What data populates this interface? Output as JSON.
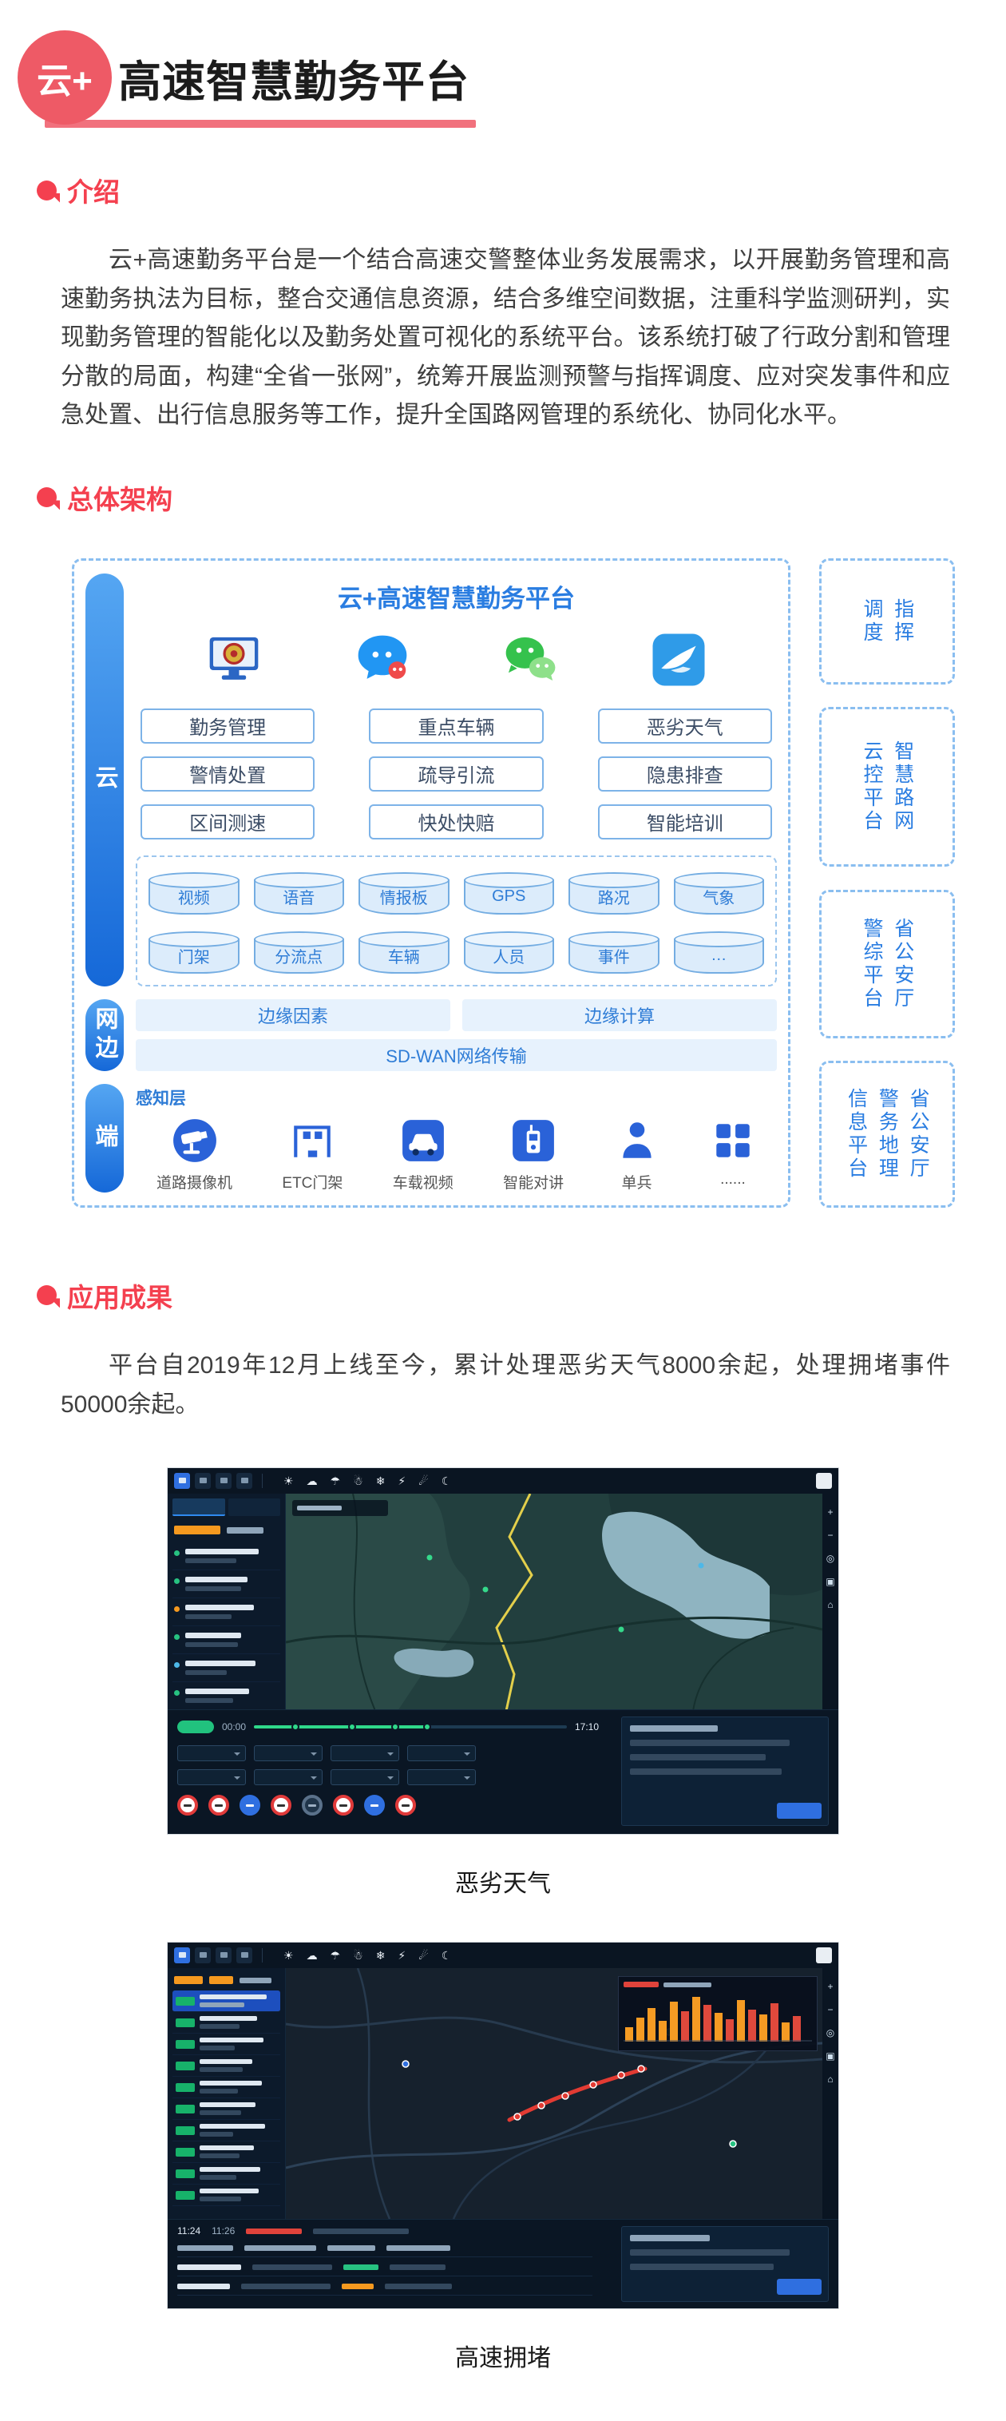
{
  "header": {
    "logo": "云+",
    "title": "高速智慧勤务平台"
  },
  "sections": {
    "intro": {
      "heading": "介绍",
      "body": "云+高速勤务平台是一个结合高速交警整体业务发展需求，以开展勤务管理和高速勤务执法为目标，整合交通信息资源，结合多维空间数据，注重科学监测研判，实现勤务管理的智能化以及勤务处置可视化的系统平台。该系统打破了行政分割和管理分散的局面，构建“全省一张网”，统筹开展监测预警与指挥调度、应对突发事件和应急处置、出行信息服务等工作，提升全国路网管理的系统化、协同化水平。"
    },
    "architecture": {
      "heading": "总体架构"
    },
    "results": {
      "heading": "应用成果",
      "body": "平台自2019年12月上线至今，累计处理恶劣天气8000余起，处理拥堵事件50000余起。"
    }
  },
  "diagram": {
    "title": "云+高速智慧勤务平台",
    "layers": {
      "cloud": "云",
      "network_edge": "网边",
      "terminal": "端"
    },
    "buttons": [
      "勤务管理",
      "重点车辆",
      "恶劣天气",
      "警情处置",
      "疏导引流",
      "隐患排查",
      "区间测速",
      "快处快赔",
      "智能培训"
    ],
    "datasources": [
      "视频",
      "语音",
      "情报板",
      "GPS",
      "路况",
      "气象",
      "门架",
      "分流点",
      "车辆",
      "人员",
      "事件",
      "…"
    ],
    "edge": {
      "items": [
        "边缘因素",
        "边缘计算"
      ],
      "wan": "SD-WAN网络传输"
    },
    "terminal": {
      "label": "感知层",
      "items": [
        "道路摄像机",
        "ETC门架",
        "车载视频",
        "智能对讲",
        "单兵",
        "......"
      ]
    },
    "external": [
      "指挥\n调度",
      "智慧路网\n云控平台",
      "省公安厅\n警综平台",
      "省公安厅\n警务地理\n信息平台"
    ]
  },
  "screens": {
    "toolbar_weather_icons": [
      "☀",
      "☁",
      "☂",
      "☃",
      "❄",
      "⚡",
      "☄",
      "☾"
    ],
    "map_tool_icons": [
      "+",
      "−",
      "◎",
      "▣",
      "⌂"
    ],
    "severe_weather": {
      "caption": "恶劣天气",
      "timeline_labels": [
        "00:00",
        "17:10"
      ]
    },
    "congestion": {
      "caption": "高速拥堵",
      "time_labels": [
        "11:24",
        "11:26"
      ]
    }
  },
  "colors": {
    "accent_red": "#f4404f",
    "logo_pink": "#ee5a66",
    "diagram_blue": "#2a7de1",
    "dark_ui": "#0a1522",
    "congestion_red": "#e23b33",
    "timeline_green": "#2fd98a",
    "water_teal": "#8fb4c1"
  }
}
